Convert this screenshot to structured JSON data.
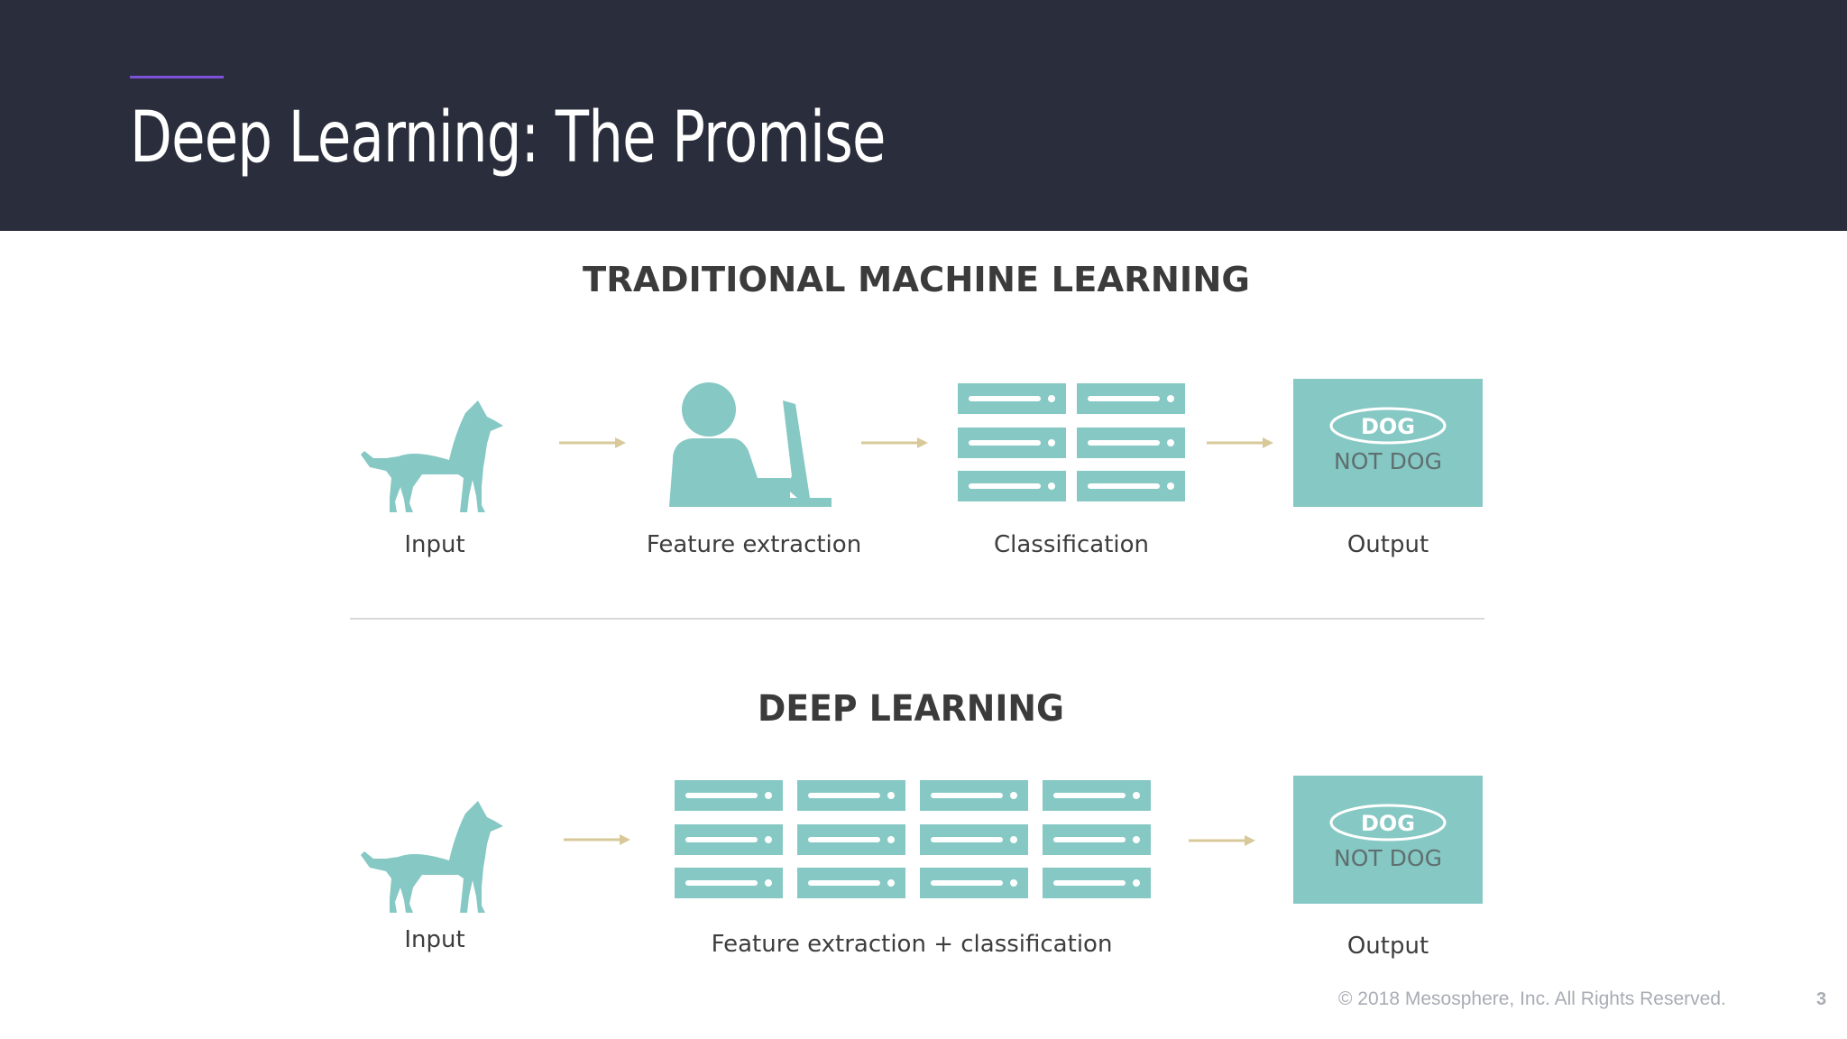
{
  "slide": {
    "title": "Deep Learning: The Promise",
    "copyright": "© 2018 Mesosphere, Inc. All Rights Reserved.",
    "page_number": "3"
  },
  "diagram": {
    "traditional": {
      "title": "TRADITIONAL MACHINE LEARNING",
      "steps": [
        "Input",
        "Feature extraction",
        "Classification",
        "Output"
      ],
      "output_labels": {
        "primary": "DOG",
        "secondary": "NOT DOG"
      }
    },
    "deep": {
      "title": "DEEP LEARNING",
      "steps": [
        "Input",
        "Feature extraction + classification",
        "Output"
      ],
      "output_labels": {
        "primary": "DOG",
        "secondary": "NOT DOG"
      }
    }
  },
  "colors": {
    "header_bg": "#2a2d3b",
    "accent": "#7b52d8",
    "icon_teal": "#86c8c4",
    "arrow": "#d8c99a",
    "divider": "#d9d9d9"
  },
  "icons": [
    "dog-icon",
    "person-at-computer-icon",
    "server-rack-icon",
    "output-box-icon",
    "arrow-right-icon"
  ]
}
